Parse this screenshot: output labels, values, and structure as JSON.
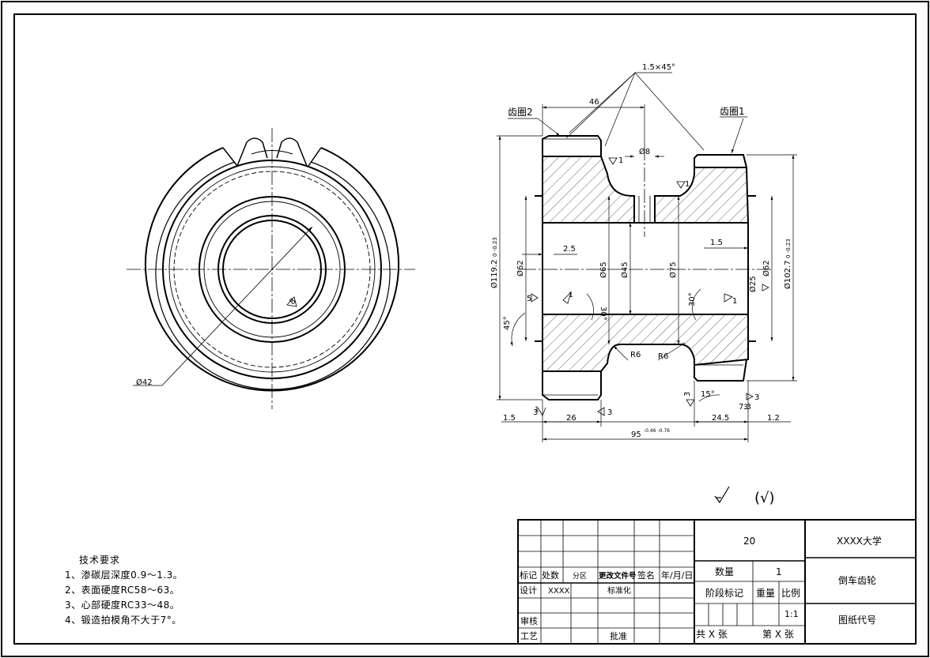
{
  "drawing": {
    "labels": {
      "gear_ring_2": "齿圈2",
      "gear_ring_1": "齿圈1",
      "chamfer": "1.5×45°"
    },
    "dimensions": {
      "d_outer_left": "Ø119.2",
      "d_outer_left_tol": "0 -0.23",
      "d_outer_right": "Ø102.7",
      "d_outer_right_tol": "0 -0.23",
      "d62_left": "Ø62",
      "d62_right": "Ø62",
      "d65": "Ø65",
      "d45": "Ø45",
      "d75": "Ø75",
      "d8": "Ø8",
      "d42": "Ø42",
      "d25": "Ø25",
      "len_46": "46",
      "len_2_5": "2.5",
      "len_1_5_in": "1.5",
      "len_1_5_left": "1.5",
      "len_26": "26",
      "len_24_5": "24.5",
      "len_1_2": "1.2",
      "len_95": "95",
      "len_95_tol": "-0.46 -0.76",
      "r6_left": "R6",
      "r6_right": "R6",
      "ang_45": "45°",
      "ang_30_left": "30°",
      "ang_30_right": "30°",
      "ang_15": "15°",
      "n3_a": "3",
      "n3_b": "3",
      "n3_c": "3",
      "n3_d": "3",
      "n3_e": "3",
      "n5": "5",
      "n1_a": "1",
      "n1_b": "1",
      "n1_c": "1",
      "n1_d": "1",
      "n1_e": "1",
      "n7_3": "7.3",
      "n8": "8"
    },
    "roughness_note": "(√)"
  },
  "tech": {
    "title": "技术要求",
    "items": [
      "1、渗碳层深度0.9～1.3。",
      "2、表面硬度RC58～63。",
      "3、心部硬度RC33～48。",
      "4、锻造拍模角不大于7°。"
    ]
  },
  "titleblock": {
    "mark": "标记",
    "count": "处数",
    "zone": "分区",
    "change_doc": "更改文件号",
    "sign": "签名",
    "date": "年/月/日",
    "design": "设计",
    "designer": "XXXX",
    "standard": "标准化",
    "review": "审核",
    "process": "工艺",
    "approve": "批准",
    "material": "20",
    "qty_label": "数量",
    "qty_value": "1",
    "stage_mark": "阶段标记",
    "weight": "重量",
    "scale": "比例",
    "scale_value": "1:1",
    "total_sheets": "共 X 张",
    "sheet_no": "第 X 张",
    "org": "XXXX大学",
    "part_name": "倒车齿轮",
    "drawing_code": "图纸代号"
  }
}
